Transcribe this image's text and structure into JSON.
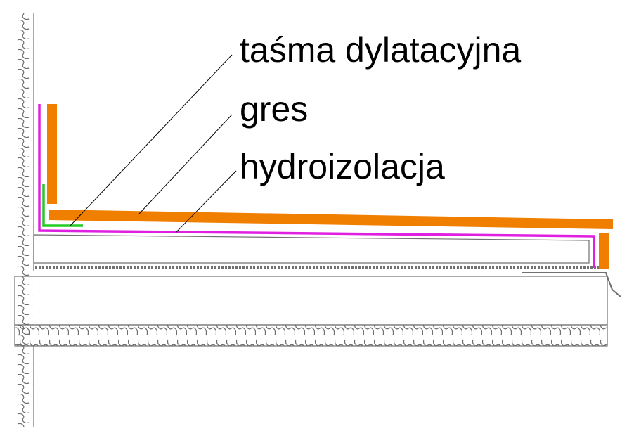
{
  "labels": {
    "tape": "taśma dylatacyjna",
    "tile": "gres",
    "waterproofing": "hydroizolacja"
  },
  "colors": {
    "tile": "#F07F00",
    "waterproofing": "#E020E0",
    "tape": "#22CC22",
    "lines": "#707070",
    "leader": "#000000",
    "background": "#FFFFFF"
  }
}
